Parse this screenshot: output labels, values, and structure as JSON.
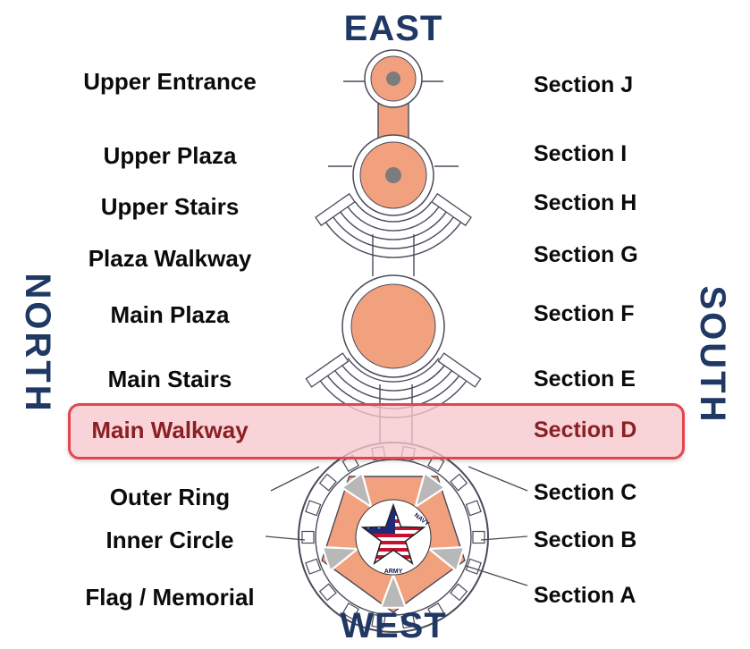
{
  "compass": {
    "east": "EAST",
    "west": "WEST",
    "north": "NORTH",
    "south": "SOUTH"
  },
  "rows": [
    {
      "feature": "Upper Entrance",
      "section": "Section J",
      "highlighted": false
    },
    {
      "feature": "Upper Plaza",
      "section": "Section I",
      "highlighted": false
    },
    {
      "feature": "Upper Stairs",
      "section": "Section H",
      "highlighted": false
    },
    {
      "feature": "Plaza Walkway",
      "section": "Section G",
      "highlighted": false
    },
    {
      "feature": "Main Plaza",
      "section": "Section F",
      "highlighted": false
    },
    {
      "feature": "Main Stairs",
      "section": "Section E",
      "highlighted": false
    },
    {
      "feature": "Main Walkway",
      "section": "Section D",
      "highlighted": true
    },
    {
      "feature": "Outer Ring",
      "section": "Section C",
      "highlighted": false
    },
    {
      "feature": "Inner Circle",
      "section": "Section B",
      "highlighted": false
    },
    {
      "feature": "Flag / Memorial",
      "section": "Section A",
      "highlighted": false
    }
  ],
  "logo": {
    "labels": [
      "NAVY",
      "ARMY"
    ]
  },
  "colors": {
    "plaza_fill": "#F2A17E",
    "marker_gray": "#7C7C7C",
    "outline": "#4A4A5A",
    "compass_text": "#1F3864",
    "highlight_fill": "#F6C7CC",
    "highlight_border": "#E2474F",
    "highlight_text": "#8A1F24",
    "triangle_gray": "#B8B8B8",
    "flag_red": "#C8102E",
    "flag_blue": "#1F2A7A"
  }
}
